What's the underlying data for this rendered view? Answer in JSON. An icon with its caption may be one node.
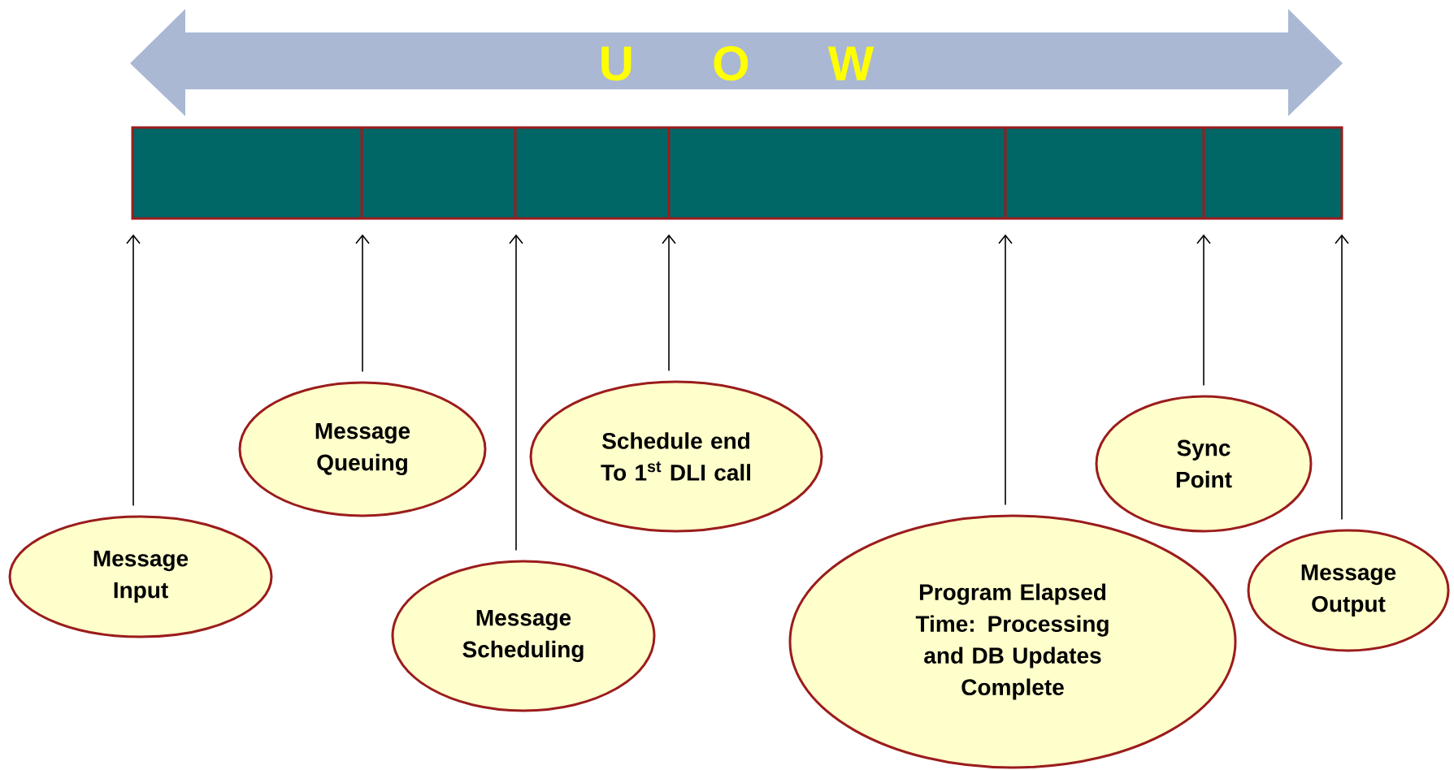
{
  "diagram": {
    "nodes": [
      {
        "text": [
          "U O W"
        ]
      },
      {
        "text": [],
        "shape": "bar"
      },
      {
        "text": [
          "Message Input"
        ]
      },
      {
        "text": [
          "Message Queuing"
        ]
      },
      {
        "text": [
          "Message Scheduling"
        ]
      },
      {
        "text": [
          "Schedule end To 1$^{st}$ DLI call"
        ]
      },
      {
        "text": [
          "Program Elapsed Time: Processing and DB Updates Complete"
        ]
      },
      {
        "text": [
          "Sync Point"
        ]
      },
      {
        "text": [
          "Message Output"
        ]
      }
    ],
    "edges": [
      {
        "from": 2,
        "to": 1,
        "arrow": "to"
      },
      {
        "from": 3,
        "to": 1,
        "arrow": "to"
      },
      {
        "from": 4,
        "to": 1,
        "arrow": "to"
      },
      {
        "from": 5,
        "to": 1,
        "arrow": "to"
      },
      {
        "from": 6,
        "to": 1,
        "arrow": "to"
      },
      {
        "from": 7,
        "to": 1,
        "arrow": "to"
      },
      {
        "from": 8,
        "to": 1,
        "arrow": "to"
      }
    ]
  }
}
